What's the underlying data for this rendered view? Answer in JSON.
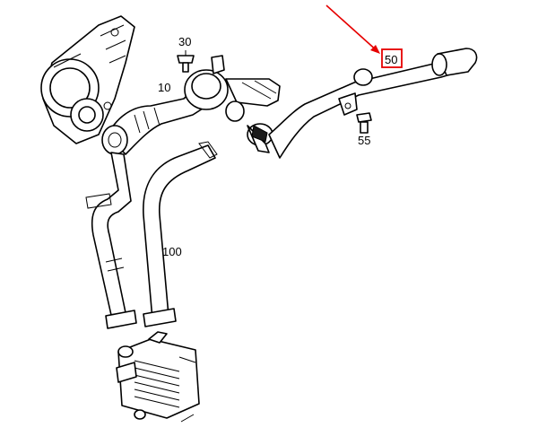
{
  "diagram": {
    "callouts": {
      "c10": "10",
      "c30": "30",
      "c50": "50",
      "c55": "55",
      "c100": "100"
    },
    "highlight_color": "#e60000"
  }
}
